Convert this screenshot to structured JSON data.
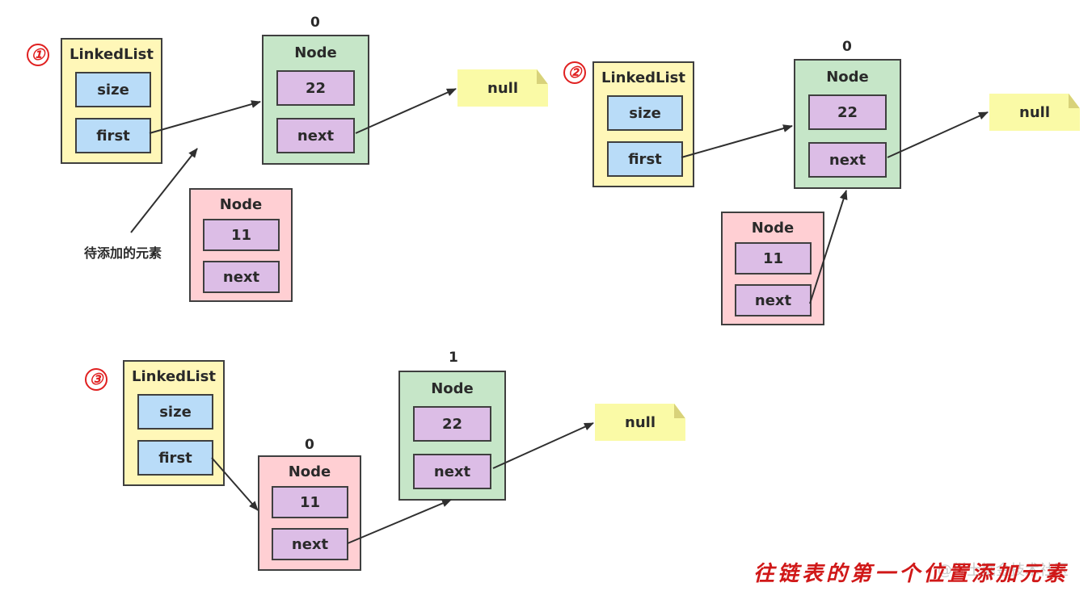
{
  "labels": {
    "linkedlist": "LinkedList",
    "size": "size",
    "first": "first",
    "node": "Node",
    "next": "next",
    "null": "null"
  },
  "steps": [
    "①",
    "②",
    "③"
  ],
  "panel1": {
    "green_index": "0",
    "green_value": "22",
    "pink_value": "11",
    "caption": "待添加的元素"
  },
  "panel2": {
    "green_index": "0",
    "green_value": "22",
    "pink_value": "11"
  },
  "panel3": {
    "green_index": "1",
    "green_value": "22",
    "pink_index": "0",
    "pink_value": "11"
  },
  "footer_title": "往链表的第一个位置添加元素",
  "watermark": "@稀土掘金技术社区",
  "colors": {
    "linkedlist_bg": "#fff7b8",
    "node_green_bg": "#c6e6c8",
    "node_pink_bg": "#ffcfd3",
    "field_blue": "#b9dcf8",
    "field_purple": "#dcbde6",
    "null_note": "#fafaa6",
    "accent_red": "#e02020"
  }
}
